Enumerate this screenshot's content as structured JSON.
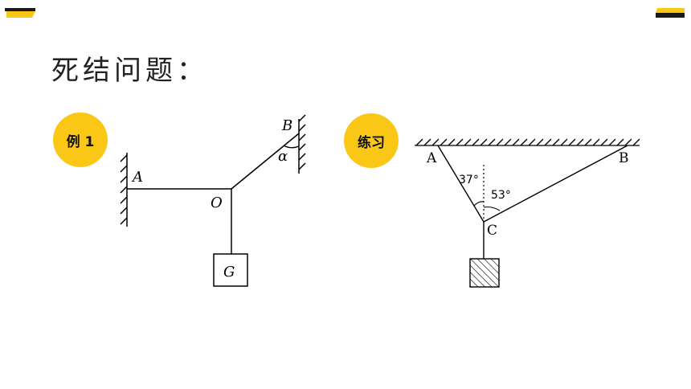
{
  "title": "死结问题：",
  "badges": {
    "example": "例 1",
    "practice": "练习"
  },
  "figure1": {
    "label_a": "A",
    "label_b": "B",
    "label_o": "O",
    "label_g": "G",
    "label_alpha": "α"
  },
  "figure2": {
    "label_a": "A",
    "label_b": "B",
    "label_c": "C",
    "angle_left": "37°",
    "angle_right": "53°"
  },
  "colors": {
    "accent": "#fbc716",
    "dark": "#1a1a1a"
  }
}
